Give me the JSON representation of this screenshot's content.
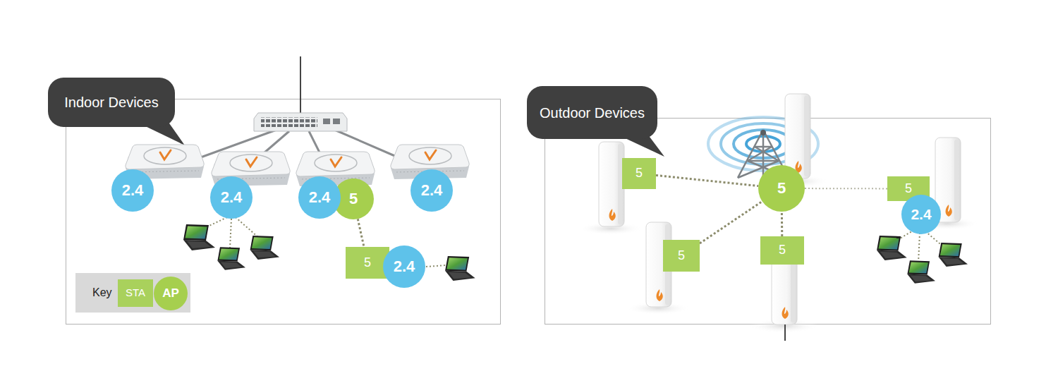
{
  "diagram": {
    "nodes": [
      {
        "text": [
          "Indoor Devices"
        ]
      },
      {
        "text": [
          "2.4"
        ]
      },
      {
        "text": [
          "2.4"
        ]
      },
      {
        "text": [
          "2.4"
        ]
      },
      {
        "text": [
          "5"
        ]
      },
      {
        "text": [
          "2.4"
        ]
      },
      {
        "text": [
          "5"
        ]
      },
      {
        "text": [
          "2.4"
        ]
      },
      {
        "text": [
          "Key"
        ]
      },
      {
        "text": [
          "STA"
        ],
        "in": 8
      },
      {
        "text": [
          "AP"
        ],
        "in": 8
      },
      {
        "text": [
          "Outdoor Devices"
        ]
      },
      {
        "text": [
          "5"
        ]
      },
      {
        "text": [
          "5"
        ]
      },
      {
        "text": [
          "5"
        ]
      },
      {
        "text": [
          "2.4"
        ]
      },
      {
        "text": [
          "5"
        ]
      },
      {
        "text": [
          "5"
        ]
      }
    ],
    "edges": [
      {
        "from": 4,
        "to": 6,
        "arrow": "none"
      },
      {
        "from": 12,
        "to": 13,
        "arrow": "none"
      },
      {
        "from": 16,
        "to": 13,
        "arrow": "none"
      },
      {
        "from": 17,
        "to": 13,
        "arrow": "none"
      },
      {
        "from": 14,
        "to": 13,
        "arrow": "none"
      }
    ]
  }
}
